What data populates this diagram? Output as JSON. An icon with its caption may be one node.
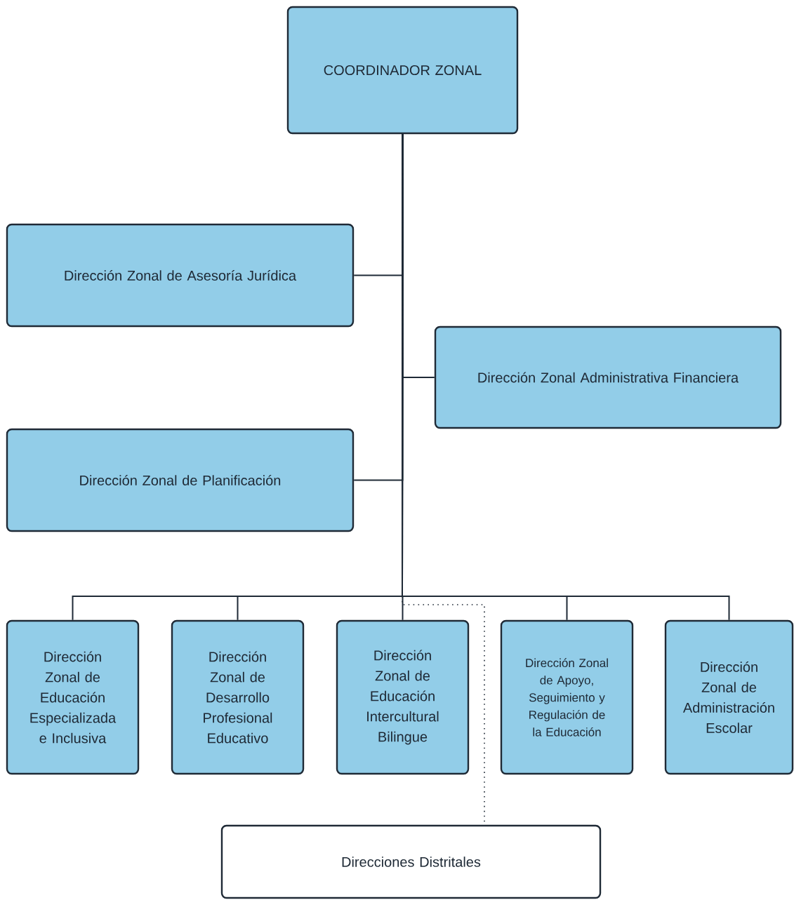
{
  "diagram": {
    "nodes": [
      {
        "text": [
          "COORDINADOR ZONAL"
        ]
      },
      {
        "text": [
          "Dirección Zonal de Asesoría Jurídica"
        ]
      },
      {
        "text": [
          "Dirección Zonal Administrativa Financiera"
        ]
      },
      {
        "text": [
          "Dirección Zonal de Planificación"
        ]
      },
      {
        "text": [
          "Dirección Zonal de Educación Especializada e Inclusiva"
        ]
      },
      {
        "text": [
          "Dirección Zonal de Desarrollo Profesional Educativo"
        ]
      },
      {
        "text": [
          "Dirección Zonal de Educación Intercultural Bilingue"
        ]
      },
      {
        "text": [
          "Dirección Zonal de Apoyo, Seguimiento y Regulación de la Educación"
        ]
      },
      {
        "text": [
          "Dirección Zonal de Administración Escolar"
        ]
      },
      {
        "text": [
          "Direcciones Distritales"
        ]
      }
    ],
    "edges": [
      {
        "from": 0,
        "to": 1,
        "arrow": "none"
      },
      {
        "from": 0,
        "to": 2,
        "arrow": "none"
      },
      {
        "from": 0,
        "to": 3,
        "arrow": "none"
      },
      {
        "from": 0,
        "to": 4,
        "arrow": "none"
      },
      {
        "from": 0,
        "to": 5,
        "arrow": "none"
      },
      {
        "from": 0,
        "to": 6,
        "arrow": "none"
      },
      {
        "from": 0,
        "to": 7,
        "arrow": "none"
      },
      {
        "from": 0,
        "to": 8,
        "arrow": "none"
      },
      {
        "from": 0,
        "to": 9,
        "arrow": "none",
        "style": "dashed"
      }
    ]
  }
}
